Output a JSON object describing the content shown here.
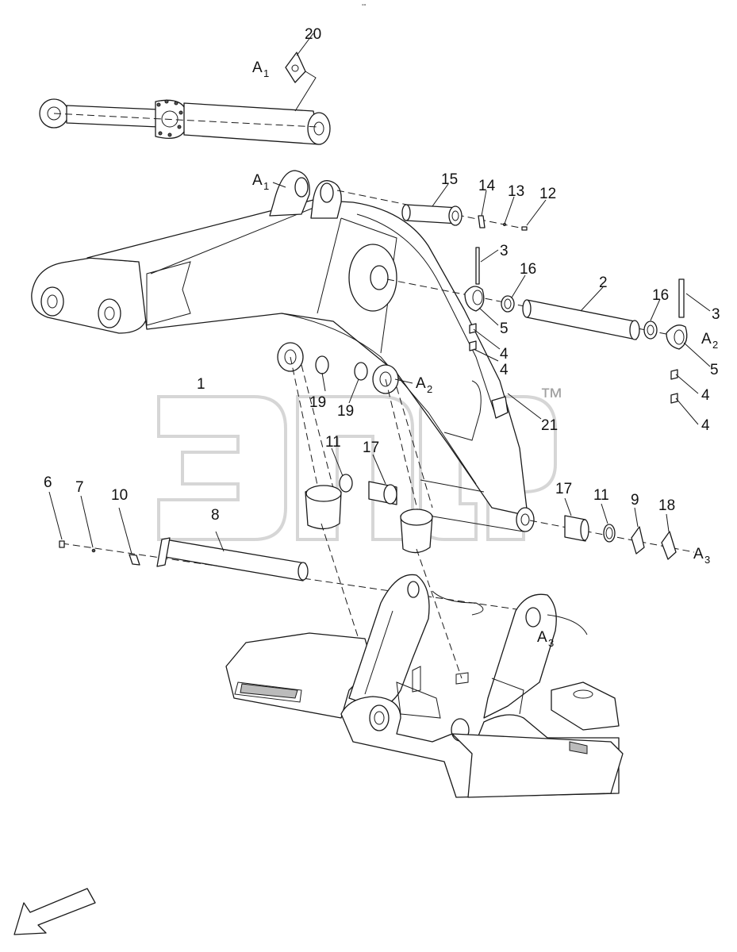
{
  "watermark": {
    "text": "эпср",
    "tm": "™"
  },
  "corner_mark": "°°",
  "callouts": [
    {
      "id": "c1",
      "text": "1"
    },
    {
      "id": "c2",
      "text": "2"
    },
    {
      "id": "c3a",
      "text": "3"
    },
    {
      "id": "c3b",
      "text": "3"
    },
    {
      "id": "c4a",
      "text": "4"
    },
    {
      "id": "c4b",
      "text": "4"
    },
    {
      "id": "c4c",
      "text": "4"
    },
    {
      "id": "c4d",
      "text": "4"
    },
    {
      "id": "c5a",
      "text": "5"
    },
    {
      "id": "c5b",
      "text": "5"
    },
    {
      "id": "c6",
      "text": "6"
    },
    {
      "id": "c7",
      "text": "7"
    },
    {
      "id": "c8",
      "text": "8"
    },
    {
      "id": "c9",
      "text": "9"
    },
    {
      "id": "c10",
      "text": "10"
    },
    {
      "id": "c11a",
      "text": "11"
    },
    {
      "id": "c11b",
      "text": "11"
    },
    {
      "id": "c12",
      "text": "12"
    },
    {
      "id": "c13",
      "text": "13"
    },
    {
      "id": "c14",
      "text": "14"
    },
    {
      "id": "c15",
      "text": "15"
    },
    {
      "id": "c16a",
      "text": "16"
    },
    {
      "id": "c16b",
      "text": "16"
    },
    {
      "id": "c17a",
      "text": "17"
    },
    {
      "id": "c17b",
      "text": "17"
    },
    {
      "id": "c18",
      "text": "18"
    },
    {
      "id": "c19a",
      "text": "19"
    },
    {
      "id": "c19b",
      "text": "19"
    },
    {
      "id": "c20",
      "text": "20"
    },
    {
      "id": "c21",
      "text": "21"
    }
  ],
  "refs": [
    {
      "id": "a1top",
      "main": "A",
      "sub": "1"
    },
    {
      "id": "a1boom",
      "main": "A",
      "sub": "1"
    },
    {
      "id": "a2mid",
      "main": "A",
      "sub": "2"
    },
    {
      "id": "a2right",
      "main": "A",
      "sub": "2"
    },
    {
      "id": "a3right",
      "main": "A",
      "sub": "3"
    },
    {
      "id": "a3base",
      "main": "A",
      "sub": "3"
    }
  ]
}
